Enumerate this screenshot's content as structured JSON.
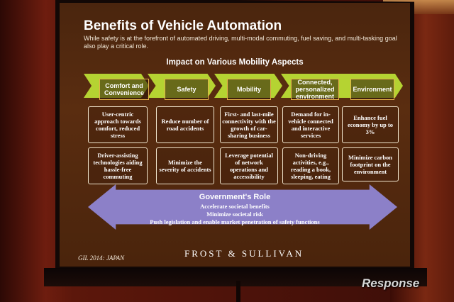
{
  "slide": {
    "title": "Benefits of Vehicle Automation",
    "subtitle": "While safety is at the forefront of automated driving, multi-modal commuting, fuel saving, and multi-tasking goal also play a critical role.",
    "section_heading": "Impact on Various Mobility Aspects",
    "categories": [
      {
        "label": "Comfort and Convenience",
        "benefit": "User-centric approach towards comfort, reduced stress",
        "detail": "Driver-assisting technologies aiding hassle-free commuting"
      },
      {
        "label": "Safety",
        "benefit": "Reduce number of road accidents",
        "detail": "Minimize the severity of accidents"
      },
      {
        "label": "Mobility",
        "benefit": "First- and last-mile connectivity with the growth of car-sharing business",
        "detail": "Leverage potential of network operations and accessibility"
      },
      {
        "label": "Connected, personalized environment",
        "benefit": "Demand for in-vehicle connected and interactive services",
        "detail": "Non-driving activities, e.g., reading a book, sleeping, eating"
      },
      {
        "label": "Environment",
        "benefit": "Enhance fuel economy by up to 3%",
        "detail": "Minimize carbon footprint on the environment"
      }
    ],
    "government": {
      "title": "Government's Role",
      "lines": [
        "Accelerate societal benefits",
        "Minimize societal risk",
        "Push legislation and enable market penetration of safety functions"
      ]
    },
    "footer_event": "GIL 2014: JAPAN",
    "footer_brand": "FROST & SULLIVAN"
  },
  "watermark": "Response",
  "colors": {
    "chevron": "#b5d332",
    "arrow": "#8c80c8",
    "category_border": "#e6b04a",
    "slide_background": "#4a250e"
  }
}
